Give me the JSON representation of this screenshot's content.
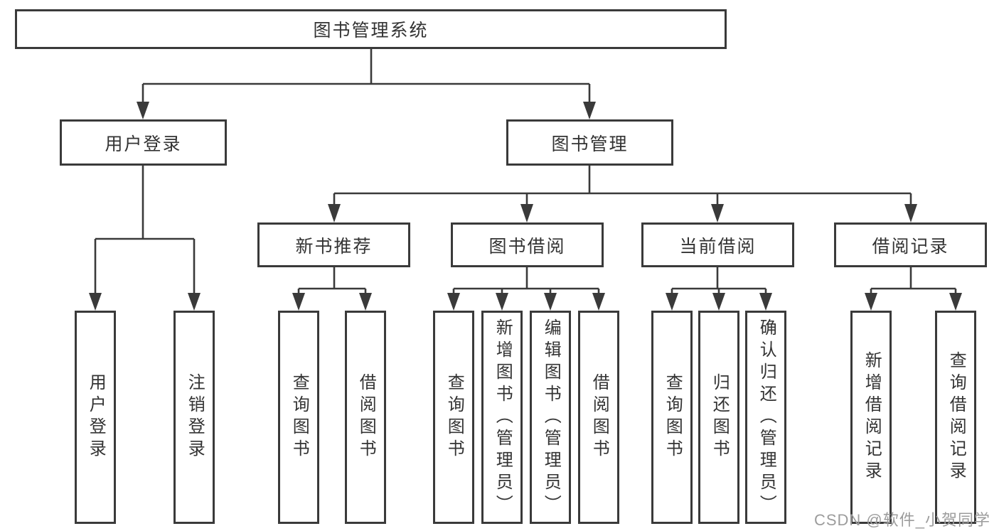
{
  "diagram": {
    "root": "图书管理系统",
    "branches": [
      {
        "label": "用户登录",
        "children": [
          "用户登录",
          "注销登录"
        ]
      },
      {
        "label": "图书管理",
        "groups": [
          {
            "label": "新书推荐",
            "children": [
              "查询图书",
              "借阅图书"
            ]
          },
          {
            "label": "图书借阅",
            "children": [
              "查询图书",
              "新增图书（管理员）",
              "编辑图书（管理员）",
              "借阅图书"
            ]
          },
          {
            "label": "当前借阅",
            "children": [
              "查询图书",
              "归还图书",
              "确认归还（管理员）"
            ]
          },
          {
            "label": "借阅记录",
            "children": [
              "新增借阅记录",
              "查询借阅记录"
            ]
          }
        ]
      }
    ]
  },
  "watermark": "CSDN @软件_小贺同学",
  "colors": {
    "line": "#3a3a3a",
    "text": "#333333",
    "watermark": "#9c9c9c",
    "background": "#ffffff"
  }
}
